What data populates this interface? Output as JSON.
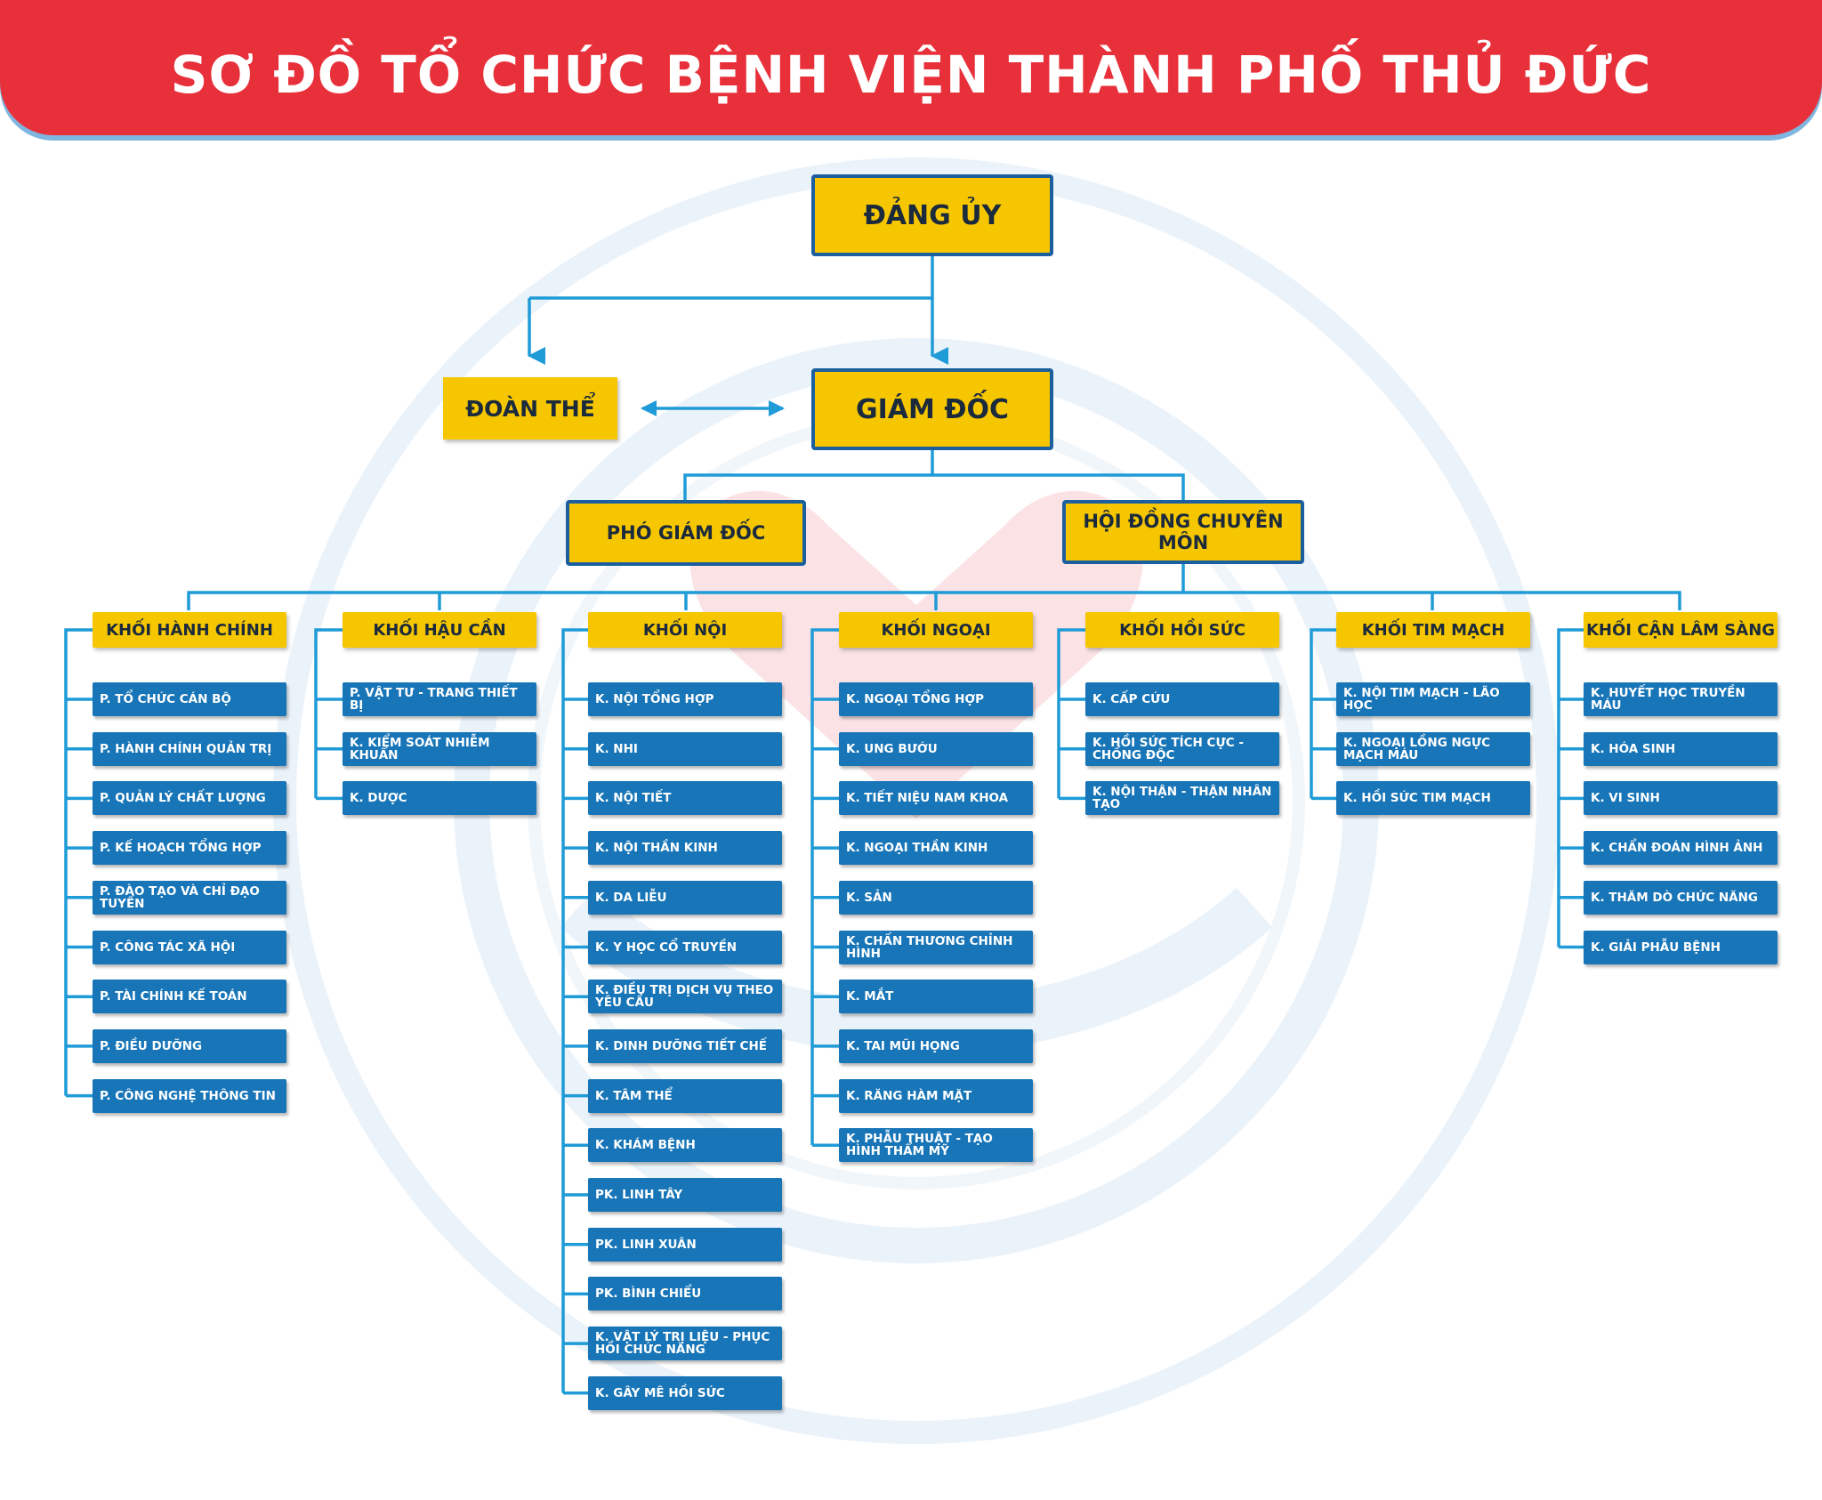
{
  "title": "SƠ ĐỒ TỔ CHỨC BỆNH VIỆN THÀNH PHỐ THỦ ĐỨC",
  "top": {
    "dang_uy": "ĐẢNG ỦY",
    "doan_the": "ĐOÀN THỂ",
    "giam_doc": "GIÁM ĐỐC",
    "pho_giam_doc": "PHÓ GIÁM ĐỐC",
    "hoi_dong": "HỘI ĐỒNG CHUYÊN MÔN"
  },
  "colors": {
    "banner": "#e8303b",
    "yellow": "#f6c700",
    "blue": "#1775b8",
    "line": "#1f9bd7"
  },
  "blocks": [
    {
      "title": "KHỐI HÀNH CHÍNH",
      "items": [
        "P. TỔ CHỨC CÁN BỘ",
        "P. HÀNH CHÍNH QUẢN TRỊ",
        "P. QUẢN LÝ CHẤT LƯỢNG",
        "P. KẾ HOẠCH TỔNG HỢP",
        "P. ĐÀO TẠO VÀ CHỈ ĐẠO TUYẾN",
        "P. CÔNG TÁC XÃ HỘI",
        "P. TÀI CHÍNH KẾ TOÁN",
        "P. ĐIỀU DƯỠNG",
        "P. CÔNG NGHỆ THÔNG TIN"
      ]
    },
    {
      "title": "KHỐI HẬU CẦN",
      "items": [
        "P. VẬT TƯ - TRANG THIẾT BỊ",
        "K. KIỂM SOÁT NHIỄM KHUẨN",
        "K. DƯỢC"
      ]
    },
    {
      "title": "KHỐI NỘI",
      "items": [
        "K. NỘI TỔNG HỢP",
        "K. NHI",
        "K. NỘI TIẾT",
        "K. NỘI THẦN KINH",
        "K. DA LIỄU",
        "K. Y HỌC CỔ TRUYỀN",
        "K. ĐIỀU TRỊ DỊCH VỤ THEO YÊU CẦU",
        "K. DINH DƯỠNG TIẾT CHẾ",
        "K. TÂM THỂ",
        "K. KHÁM BỆNH",
        "PK. LINH TÂY",
        "PK. LINH XUÂN",
        "PK. BÌNH CHIỂU",
        "K. VẬT LÝ TRỊ LIỆU - PHỤC HỒI CHỨC NĂNG",
        "K. GÂY MÊ HỒI SỨC"
      ]
    },
    {
      "title": "KHỐI NGOẠI",
      "items": [
        "K. NGOẠI TỔNG HỢP",
        "K. UNG BƯỚU",
        "K. TIẾT NIỆU NAM KHOA",
        "K. NGOẠI THẦN KINH",
        "K. SẢN",
        "K. CHẤN THƯƠNG CHỈNH HÌNH",
        "K. MẮT",
        "K. TAI MŨI HỌNG",
        "K. RĂNG HÀM MẶT",
        "K. PHẪU THUẬT - TẠO HÌNH THẨM MỸ"
      ]
    },
    {
      "title": "KHỐI HỒI SỨC",
      "items": [
        "K. CẤP CỨU",
        "K. HỒI SỨC TÍCH CỰC - CHỐNG ĐỘC",
        "K. NỘI THẬN - THẬN NHÂN TẠO"
      ]
    },
    {
      "title": "KHỐI TIM MẠCH",
      "items": [
        "K. NỘI TIM MẠCH - LÃO HỌC",
        "K. NGOẠI LỒNG NGỰC MẠCH MÁU",
        "K. HỒI SỨC TIM MẠCH"
      ]
    },
    {
      "title": "KHỐI CẬN LÂM SÀNG",
      "items": [
        "K. HUYẾT HỌC TRUYỀN MÁU",
        "K. HÓA SINH",
        "K. VI SINH",
        "K. CHẨN ĐOÁN HÌNH ẢNH",
        "K. THĂM DÒ CHỨC NĂNG",
        "K. GIẢI PHẪU BỆNH"
      ]
    }
  ]
}
